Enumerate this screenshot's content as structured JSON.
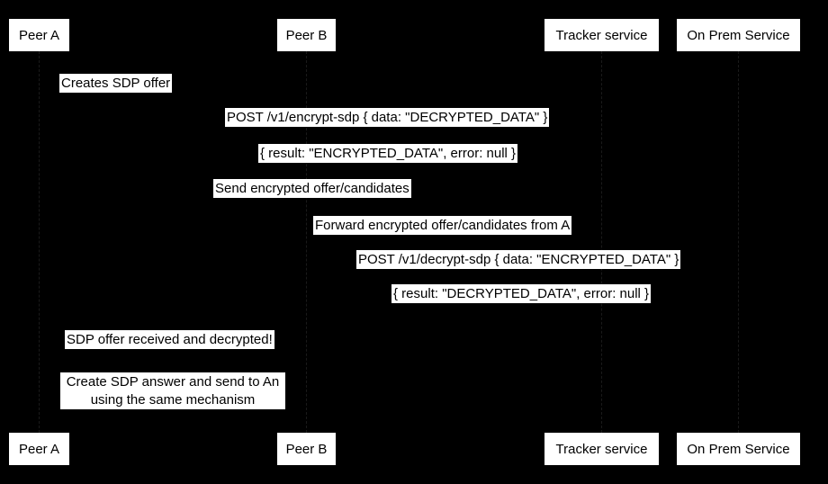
{
  "diagram": {
    "type": "sequence-diagram",
    "colors": {
      "background": "#000000",
      "box_fill": "#ffffff",
      "text": "#000000"
    },
    "participants": [
      {
        "label": "Peer A"
      },
      {
        "label": "Peer B"
      },
      {
        "label": "Tracker service"
      },
      {
        "label": "On Prem Service"
      }
    ],
    "messages": [
      {
        "text": "Creates SDP offer",
        "from": "Peer A",
        "to": "Peer A"
      },
      {
        "text": "POST /v1/encrypt-sdp { data: \"DECRYPTED_DATA\" }",
        "from": "Peer A",
        "to": "On Prem Service"
      },
      {
        "text": "{ result: \"ENCRYPTED_DATA\", error: null }",
        "from": "On Prem Service",
        "to": "Peer A"
      },
      {
        "text": "Send encrypted offer/candidates",
        "from": "Peer A",
        "to": "Tracker service"
      },
      {
        "text": "Forward encrypted offer/candidates from A",
        "from": "Tracker service",
        "to": "Peer B"
      },
      {
        "text": "POST /v1/decrypt-sdp { data: \"ENCRYPTED_DATA\" }",
        "from": "Peer B",
        "to": "On Prem Service"
      },
      {
        "text": "{ result: \"DECRYPTED_DATA\", error: null }",
        "from": "On Prem Service",
        "to": "Peer B"
      },
      {
        "text": "SDP offer received and decrypted!",
        "from": "Peer B",
        "to": "Peer A"
      }
    ],
    "note": {
      "line1": "Create SDP answer and send to An",
      "line2": "using the same mechanism"
    }
  }
}
